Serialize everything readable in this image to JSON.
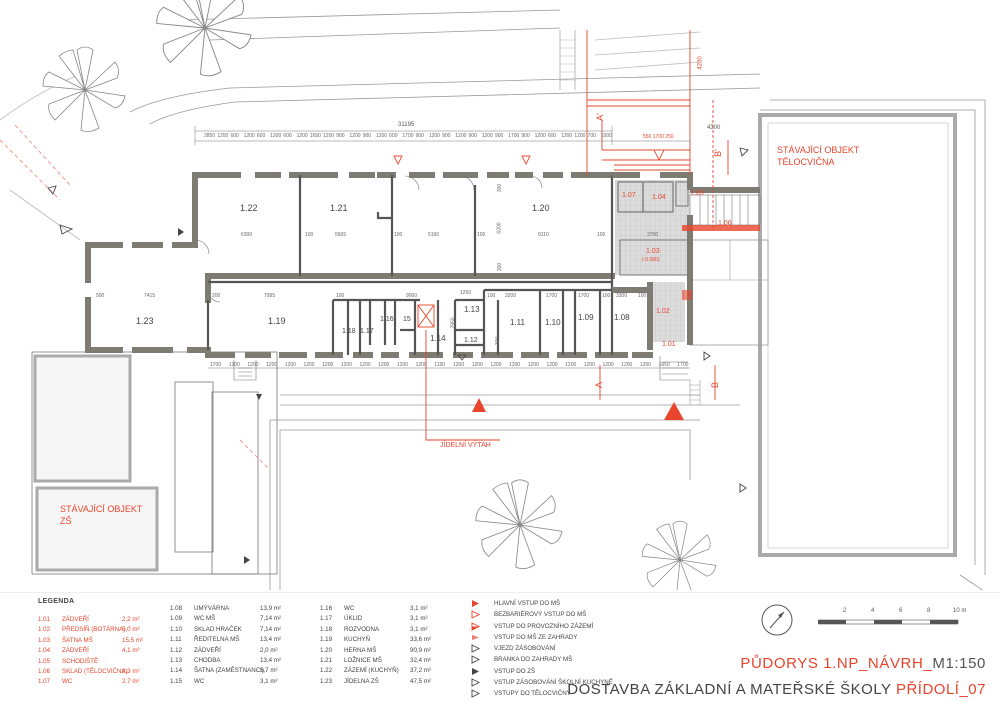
{
  "dimensions": {
    "total": "31195",
    "top_row": [
      "2850",
      "1200",
      "600",
      "1200",
      "600",
      "1200",
      "600",
      "1200",
      "1650",
      "1200",
      "900",
      "1200",
      "900",
      "1200",
      "600",
      "1700",
      "900",
      "1200",
      "900",
      "1200",
      "900",
      "1200",
      "900",
      "1700",
      "900",
      "1200",
      "600",
      "1200",
      "1200",
      "700",
      "1000"
    ],
    "bottom_row": [
      "1700",
      "1200",
      "1200",
      "1200",
      "1200",
      "1200",
      "1200",
      "1200",
      "1200",
      "1200",
      "1200",
      "1200",
      "1150",
      "1200",
      "1200",
      "1200",
      "1200",
      "1200",
      "1200",
      "1200",
      "1200",
      "1200",
      "1200",
      "1200",
      "1650",
      "1700"
    ],
    "east": "4300",
    "vertical_right": "4200",
    "small_top": [
      "1700",
      "550",
      "250"
    ],
    "interior": [
      "6300",
      "100",
      "5505",
      "100",
      "5190",
      "100",
      "9110",
      "100",
      "3700",
      "500",
      "7415",
      "200",
      "7995",
      "100",
      "9000",
      "1250",
      "100",
      "3200",
      "1700",
      "1700",
      "100",
      "3300",
      "100",
      "300",
      "6200",
      "300",
      "2950",
      "300"
    ]
  },
  "rooms": {
    "r122": "1.22",
    "r121": "1.21",
    "r120": "1.20",
    "r107": "1.07",
    "r104": "1.04",
    "r105": "1.05",
    "r106": "1.06",
    "r103": "1.03",
    "r103_note": "(-0.080)",
    "r123": "1.23",
    "r119": "1.19",
    "r118": "1.18",
    "r117": "1.17",
    "r116": "1.16",
    "r115": "15",
    "r114": "1.14",
    "r113": "1.13",
    "r112": "1.12",
    "r111": "1.11",
    "r110": "1.10",
    "r109": "1.09",
    "r108": "1.08",
    "r102": "1.02",
    "r101": "1.01"
  },
  "labels": {
    "telocvicna": [
      "STÁVAJÍCÍ OBJEKT",
      "TĚLOCVIČNA"
    ],
    "zs": [
      "STÁVAJÍCÍ OBJEKT",
      "ZŠ"
    ],
    "vytah": "JÍDELNÍ VÝTAH",
    "section_a": "A",
    "section_a1": "A'",
    "section_b": "B",
    "section_b1": "B'"
  },
  "legend": {
    "title": "LEGENDA",
    "col1": [
      {
        "no": "1.01",
        "name": "ZÁDVEŘÍ",
        "area": "2,2 m²"
      },
      {
        "no": "1.02",
        "name": "PŘEDSÍŇ (BOTÁRNA)",
        "area": "5,0 m²"
      },
      {
        "no": "1.03",
        "name": "ŠATNA MŠ",
        "area": "15,5 m²"
      },
      {
        "no": "1.04",
        "name": "ZÁDVEŘÍ",
        "area": "4,1 m²"
      },
      {
        "no": "1.05",
        "name": "SCHODIŠTĚ",
        "area": ""
      },
      {
        "no": "1.06",
        "name": "SKLAD (TĚLOCVIČNA)",
        "area": "8,3 m²"
      },
      {
        "no": "1.07",
        "name": "WC",
        "area": "2,7 m²"
      }
    ],
    "col2": [
      {
        "no": "1.08",
        "name": "UMÝVÁRNA",
        "area": "13,9 m²"
      },
      {
        "no": "1.09",
        "name": "WC MŠ",
        "area": "7,14 m²"
      },
      {
        "no": "1.10",
        "name": "SKLAD HRAČEK",
        "area": "7,14 m²"
      },
      {
        "no": "1.11",
        "name": "ŘEDITELNA MŠ",
        "area": "13,4 m²"
      },
      {
        "no": "1.12",
        "name": "ZÁDVEŘÍ",
        "area": "2,0 m²"
      },
      {
        "no": "1.13",
        "name": "CHODBA",
        "area": "13,4 m²"
      },
      {
        "no": "1.14",
        "name": "ŠATNA (ZAMĚSTNANCI)",
        "area": "5,7 m²"
      },
      {
        "no": "1.15",
        "name": "WC",
        "area": "3,1 m²"
      }
    ],
    "col3": [
      {
        "no": "1.16",
        "name": "WC",
        "area": "3,1 m²"
      },
      {
        "no": "1.17",
        "name": "ÚKLID",
        "area": "3,1 m²"
      },
      {
        "no": "1.18",
        "name": "ROZVODNA",
        "area": "3,1 m²"
      },
      {
        "no": "1.19",
        "name": "KUCHYŇ",
        "area": "33,6 m²"
      },
      {
        "no": "1.20",
        "name": "HERNA MŠ",
        "area": "90,9 m²"
      },
      {
        "no": "1.21",
        "name": "LOŽNICE MŠ",
        "area": "32,4 m²"
      },
      {
        "no": "1.22",
        "name": "ZÁZEMÍ (KUCHYŇ)",
        "area": "37,2 m²"
      },
      {
        "no": "1.23",
        "name": "JÍDELNA ZŠ",
        "area": "47,5 m²"
      }
    ]
  },
  "symbols": [
    {
      "icon": "filled-red-triangle",
      "text": "HLAVNÍ VSTUP DO MŠ"
    },
    {
      "icon": "outline-red-triangle",
      "text": "BEZBARIÉROVÝ VSTUP DO MŠ"
    },
    {
      "icon": "half-red-triangle",
      "text": "VSTUP DO PROVOZNÍHO ZÁZEMÍ"
    },
    {
      "icon": "red-arrow-right",
      "text": "VSTUP DO MŠ ZE ZAHRADY"
    },
    {
      "icon": "outline-gray-triangle",
      "text": "VJEZD ZÁSOBOVÁNÍ"
    },
    {
      "icon": "outline-gray-triangle",
      "text": "BRANKA DO ZAHRADY MŠ"
    },
    {
      "icon": "filled-gray-triangle",
      "text": "VSTUP DO ZŠ"
    },
    {
      "icon": "outline-gray-triangle",
      "text": "VSTUP ZÁSOBOVÁNÍ ŠKOLNÍ KUCHYNĚ"
    },
    {
      "icon": "outline-gray-triangle",
      "text": "VSTUPY DO TĚLOCVIČNY"
    }
  ],
  "scale_bar": {
    "ticks": [
      "2",
      "4",
      "6",
      "8",
      "10 m"
    ]
  },
  "title": {
    "line1_main": "PŮDORYS 1.NP_NÁVRH_",
    "line1_scale": "M1:150",
    "line2_main": "DOSTAVBA ZÁKLADNÍ A MATEŘSKÉ ŠKOLY ",
    "line2_hl": "PŘÍDOLÍ_07"
  },
  "colors": {
    "accent": "#e8452c",
    "wall": "#a09e94",
    "wall_dark": "#7e7c72",
    "line": "#666666"
  }
}
